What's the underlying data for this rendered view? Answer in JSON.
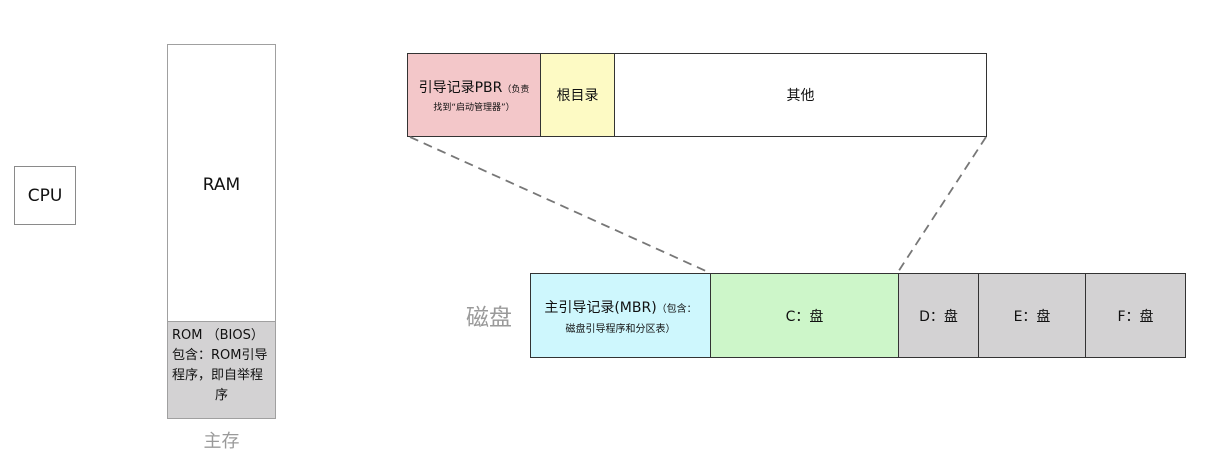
{
  "cpu": {
    "label": "CPU"
  },
  "main_memory": {
    "ram_label": "RAM",
    "rom_lines": [
      "ROM （BIOS）",
      "包含：ROM引导",
      "程序，即自举程",
      "序"
    ],
    "caption": "主存"
  },
  "partition": {
    "pbr_title": "引导记录PBR",
    "pbr_note_1": "（负责",
    "pbr_note_2": "找到“启动管理器”）",
    "root_dir": "根目录",
    "other": "其他"
  },
  "disk": {
    "label": "磁盘",
    "mbr_title": "主引导记录(MBR)",
    "mbr_note_1": "（包含：",
    "mbr_note_2": "磁盘引导程序和分区表）",
    "drive_c": "C：盘",
    "drive_d": "D：盘",
    "drive_e": "E：盘",
    "drive_f": "F：盘"
  },
  "colors": {
    "pbr": "#f3c7c9",
    "root_dir": "#fdfac4",
    "mbr": "#cef7fd",
    "drive_c": "#cdf6c9",
    "other_drives": "#d3d2d3",
    "rom": "#d3d2d3",
    "muted_text": "#9a9a9a"
  }
}
